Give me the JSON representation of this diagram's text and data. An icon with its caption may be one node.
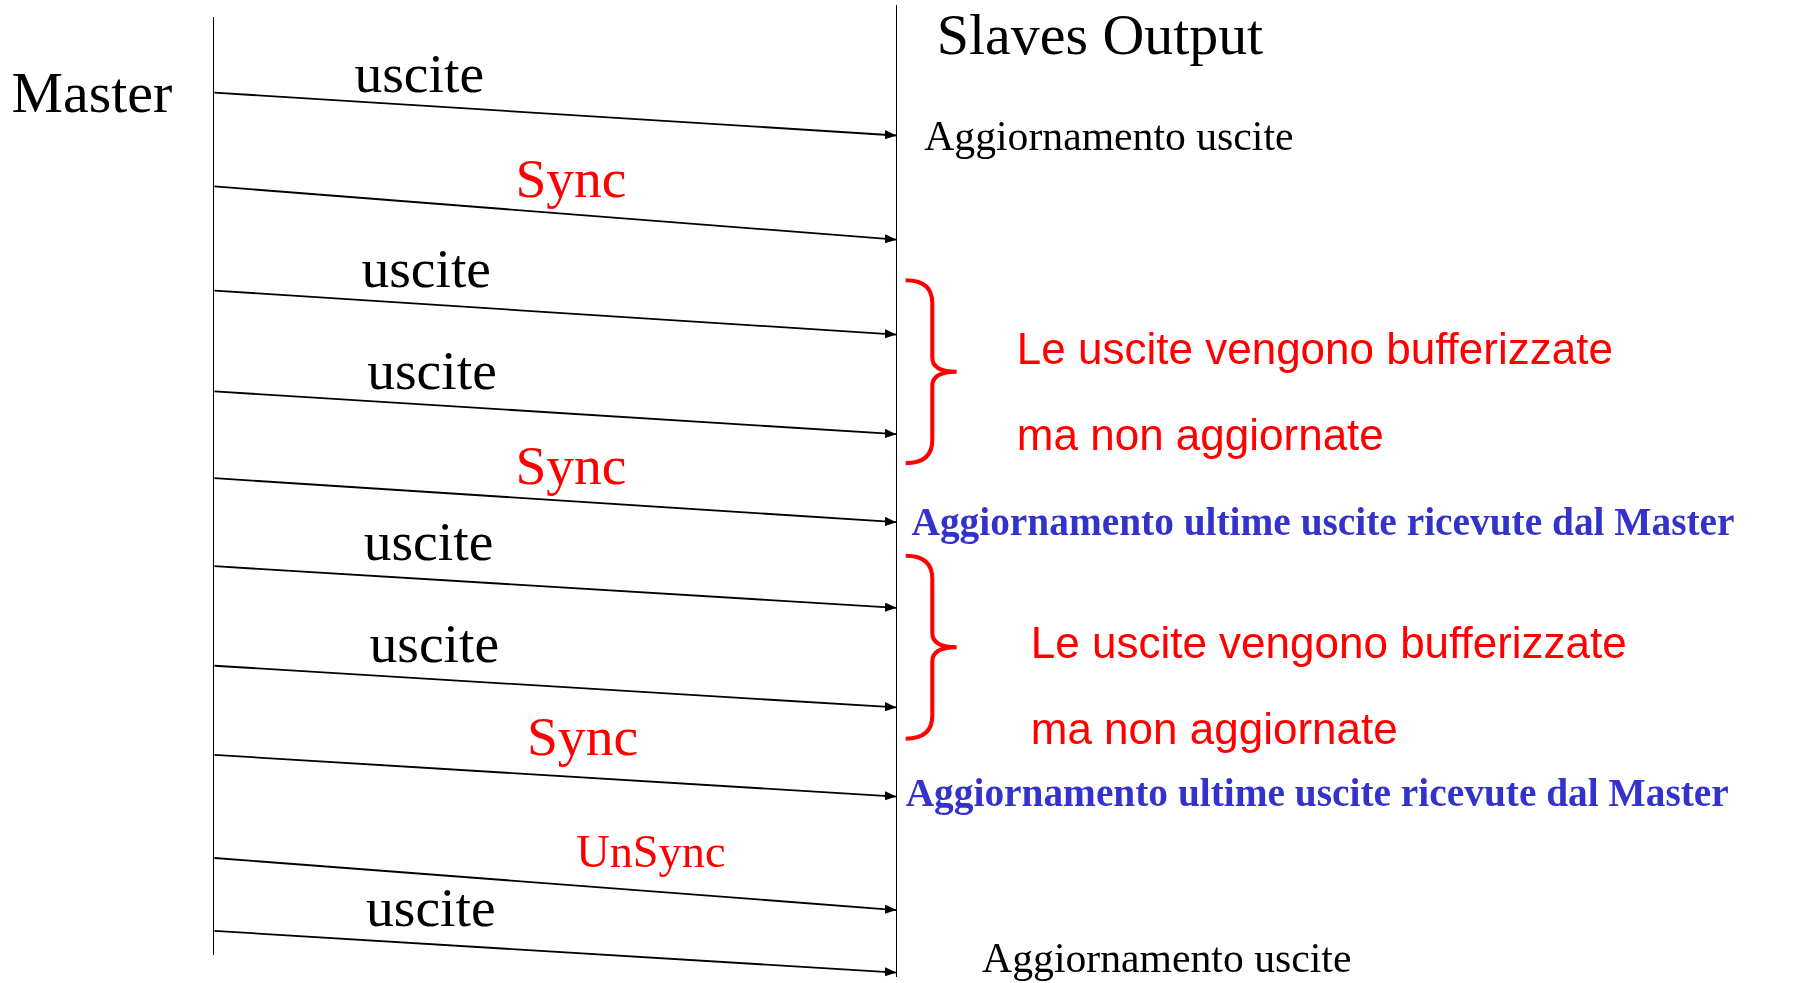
{
  "diagram": {
    "nodes": [
      {
        "text": [
          "Master"
        ]
      },
      {
        "text": [
          "Slaves Output"
        ]
      }
    ],
    "edges": [
      {
        "from": 0,
        "to": 1,
        "arrow": "to",
        "label": "uscite"
      },
      {
        "from": 0,
        "to": 1,
        "arrow": "to",
        "label": "Sync"
      },
      {
        "from": 0,
        "to": 1,
        "arrow": "to",
        "label": "uscite"
      },
      {
        "from": 0,
        "to": 1,
        "arrow": "to",
        "label": "uscite"
      },
      {
        "from": 0,
        "to": 1,
        "arrow": "to",
        "label": "Sync"
      },
      {
        "from": 0,
        "to": 1,
        "arrow": "to",
        "label": "uscite"
      },
      {
        "from": 0,
        "to": 1,
        "arrow": "to",
        "label": "uscite"
      },
      {
        "from": 0,
        "to": 1,
        "arrow": "to",
        "label": "Sync"
      },
      {
        "from": 0,
        "to": 1,
        "arrow": "to",
        "label": "UnSync"
      },
      {
        "from": 0,
        "to": 1,
        "arrow": "to",
        "label": "uscite"
      }
    ],
    "labels": [
      "Aggiornamento uscite",
      "Le uscite vengono bufferizzate ma non aggiornate",
      "Aggiornamento ultime uscite ricevute dal Master",
      "Le uscite vengono bufferizzate ma non aggiornate",
      "Aggiornamento ultime uscite ricevute dal Master",
      "Aggiornamento uscite"
    ]
  }
}
